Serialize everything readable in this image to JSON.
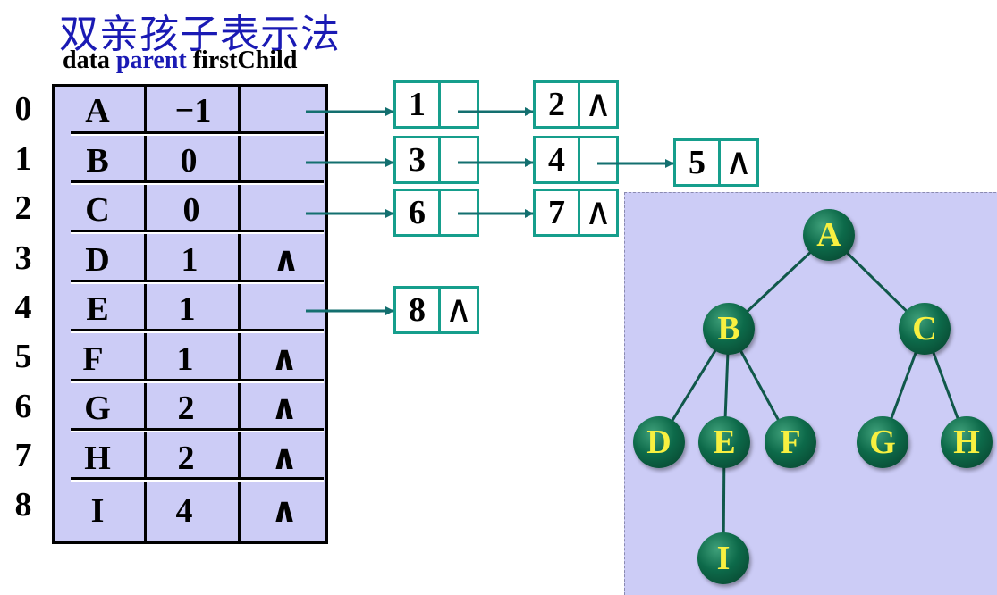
{
  "title": "双亲孩子表示法",
  "headers": {
    "data": "data",
    "parent": "parent",
    "firstChild": "firstChild"
  },
  "rows": [
    {
      "index": "0",
      "data": "A",
      "parent": "−1",
      "firstChild": ""
    },
    {
      "index": "1",
      "data": "B",
      "parent": "0",
      "firstChild": ""
    },
    {
      "index": "2",
      "data": "C",
      "parent": "0",
      "firstChild": ""
    },
    {
      "index": "3",
      "data": "D",
      "parent": "1",
      "firstChild": "∧"
    },
    {
      "index": "4",
      "data": "E",
      "parent": "1",
      "firstChild": ""
    },
    {
      "index": "5",
      "data": "F",
      "parent": "1",
      "firstChild": "∧"
    },
    {
      "index": "6",
      "data": "G",
      "parent": "2",
      "firstChild": "∧"
    },
    {
      "index": "7",
      "data": "H",
      "parent": "2",
      "firstChild": "∧"
    },
    {
      "index": "8",
      "data": "I",
      "parent": "4",
      "firstChild": "∧"
    }
  ],
  "child_lists": [
    {
      "row": "0",
      "nodes": [
        {
          "child": "1",
          "next": ""
        },
        {
          "child": "2",
          "next": "∧"
        }
      ]
    },
    {
      "row": "1",
      "nodes": [
        {
          "child": "3",
          "next": ""
        },
        {
          "child": "4",
          "next": ""
        },
        {
          "child": "5",
          "next": "∧"
        }
      ]
    },
    {
      "row": "2",
      "nodes": [
        {
          "child": "6",
          "next": ""
        },
        {
          "child": "7",
          "next": "∧"
        }
      ]
    },
    {
      "row": "4",
      "nodes": [
        {
          "child": "8",
          "next": "∧"
        }
      ]
    }
  ],
  "tree": {
    "nodes": [
      "A",
      "B",
      "C",
      "D",
      "E",
      "F",
      "G",
      "H",
      "I"
    ],
    "edges": [
      [
        "A",
        "B"
      ],
      [
        "A",
        "C"
      ],
      [
        "B",
        "D"
      ],
      [
        "B",
        "E"
      ],
      [
        "B",
        "F"
      ],
      [
        "C",
        "G"
      ],
      [
        "C",
        "H"
      ],
      [
        "E",
        "I"
      ]
    ]
  },
  "colors": {
    "title": "#1a1ab4",
    "table_fill": "#ccccf6",
    "list_border": "#169e8c",
    "arrow": "#136f6f",
    "tree_node": "#0d6a4a",
    "tree_label": "#f8f040"
  }
}
